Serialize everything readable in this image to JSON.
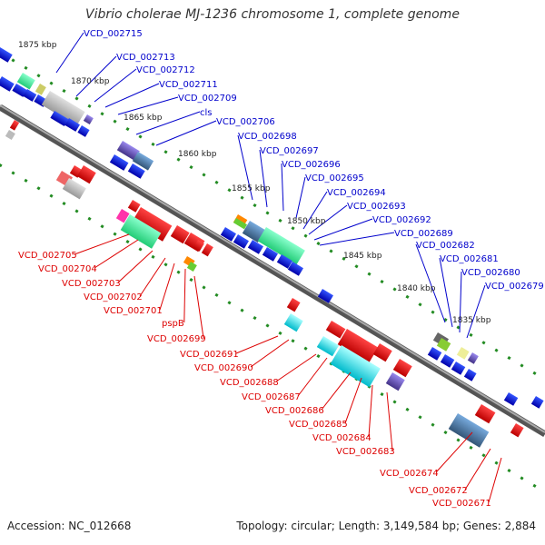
{
  "title": "Vibrio cholerae MJ-1236 chromosome 1, complete genome",
  "footer": {
    "accession": "Accession: NC_012668",
    "summary": "Topology: circular; Length: 3,149,584 bp; Genes: 2,884"
  },
  "colors": {
    "forward_label": "#0000cc",
    "reverse_label": "#dd0000",
    "backbone": "#888888",
    "tick_dots": "#228b22"
  },
  "kbp_ticks": [
    "1875 kbp",
    "1870 kbp",
    "1865 kbp",
    "1860 kbp",
    "1855 kbp",
    "1850 kbp",
    "1845 kbp",
    "1840 kbp",
    "1835 kbp"
  ],
  "forward_labels": [
    "VCD_002715",
    "VCD_002713",
    "VCD_002712",
    "VCD_002711",
    "VCD_002709",
    "cls",
    "VCD_002706",
    "VCD_002698",
    "VCD_002697",
    "VCD_002696",
    "VCD_002695",
    "VCD_002694",
    "VCD_002693",
    "VCD_002692",
    "VCD_002689",
    "VCD_002682",
    "VCD_002681",
    "VCD_002680",
    "VCD_002679"
  ],
  "reverse_labels": [
    "VCD_002705",
    "VCD_002704",
    "VCD_002703",
    "VCD_002702",
    "VCD_002701",
    "pspB",
    "VCD_002699",
    "VCD_002691",
    "VCD_002690",
    "VCD_002688",
    "VCD_002687",
    "VCD_002686",
    "VCD_002685",
    "VCD_002684",
    "VCD_002683",
    "VCD_002674",
    "VCD_002672",
    "VCD_002671"
  ]
}
